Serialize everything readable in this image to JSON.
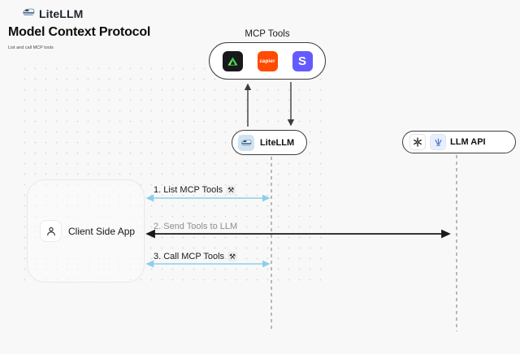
{
  "brand": {
    "label": "LiteLLM"
  },
  "header": {
    "heading": "Model Context Protocol",
    "subheading": "List and call MCP tools"
  },
  "mcp_tools": {
    "label": "MCP Tools",
    "icons": [
      {
        "name": "green-triangle-tool-icon"
      },
      {
        "name": "zapier-icon",
        "label": "zapier"
      },
      {
        "name": "stripe-icon",
        "label": "S"
      }
    ]
  },
  "nodes": {
    "litellm": {
      "label": "LiteLLM"
    },
    "llm_api": {
      "label": "LLM API"
    },
    "client": {
      "label": "Client Side App"
    }
  },
  "edges": [
    {
      "label": "1. List MCP Tools",
      "tool_char": "⚒",
      "style": "blue",
      "from": "Client Side App",
      "to": "LiteLLM",
      "direction": "bidirectional"
    },
    {
      "label": "2. Send Tools to LLM",
      "style": "black",
      "from": "Client Side App",
      "to": "LLM API",
      "direction": "bidirectional"
    },
    {
      "label": "3. Call MCP Tools",
      "tool_char": "⚒",
      "style": "blue",
      "from": "Client Side App",
      "to": "LiteLLM",
      "direction": "bidirectional"
    }
  ],
  "colors": {
    "background": "#f8f8f8",
    "node_border": "#3d3d3d",
    "blue_arrow": "#8ccfe9",
    "black_arrow": "#1a1a1a",
    "lifeline": "#a3a3a3",
    "zapier_orange": "#ff4a00",
    "stripe_purple": "#635bff",
    "tool_green": "#27c93f",
    "litellm_tile_blue": "#cfe4f3"
  }
}
